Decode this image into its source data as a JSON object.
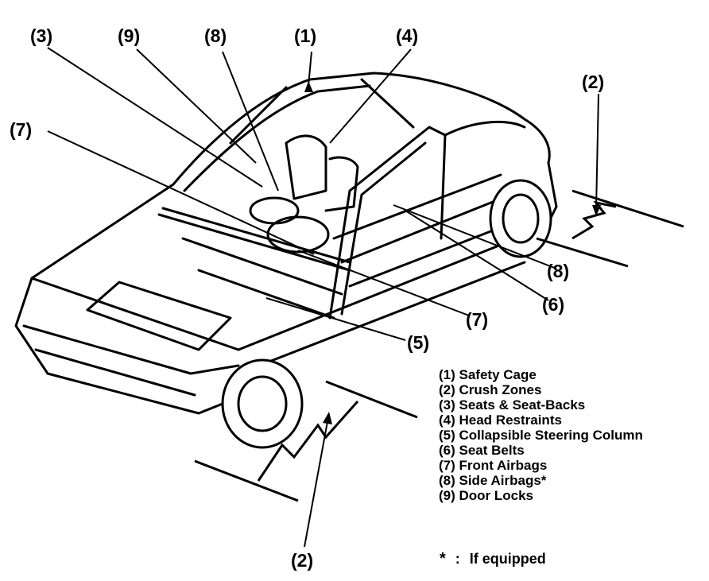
{
  "callouts": {
    "c3_top": "(3)",
    "c9_top": "(9)",
    "c8_top": "(8)",
    "c1_top": "(1)",
    "c4_top": "(4)",
    "c2_right": "(2)",
    "c7_left": "(7)",
    "c8_right": "(8)",
    "c6_right": "(6)",
    "c7_right": "(7)",
    "c5_right": "(5)",
    "c2_bottom": "(2)"
  },
  "legend": {
    "items": [
      "(1) Safety Cage",
      "(2) Crush Zones",
      "(3) Seats & Seat-Backs",
      "(4) Head Restraints",
      "(5) Collapsible Steering Column",
      "(6) Seat Belts",
      "(7) Front Airbags",
      "(8) Side Airbags*",
      "(9) Door Locks"
    ]
  },
  "footnote": {
    "star": "*",
    "colon": ":",
    "text": "If equipped"
  }
}
